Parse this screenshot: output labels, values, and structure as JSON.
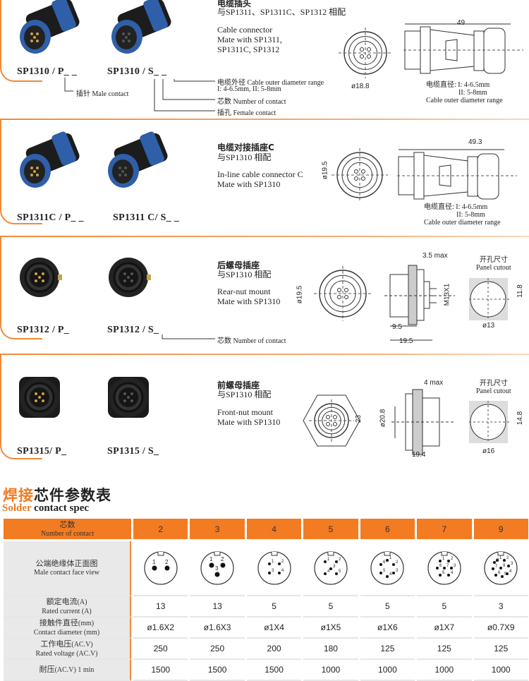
{
  "sections": [
    {
      "title_cn": "电缆插头",
      "mate_cn": "与SP1311、SP1311C、SP1312 相配",
      "desc": [
        "Cable connector",
        "Mate with SP1311,",
        "SP1311C, SP1312"
      ],
      "part_male": "SP1310 / P_ _",
      "part_female": "SP1310 / S_ _",
      "annotations": {
        "cable": "电缆外径 Cable outer diameter range",
        "cable_range": "I: 4-6.5mm, II: 5-8mm",
        "contacts": "芯数 Number of contact",
        "female": "插孔 Female contact",
        "male": "插针 Male contact"
      },
      "dims": {
        "length": "49",
        "dia": "ø18.8"
      },
      "cable_note": [
        "电缆直径: I: 4-6.5mm",
        "II: 5-8mm",
        "Cable outer diameter range"
      ]
    },
    {
      "title_cn": "电缆对接插座C",
      "mate_cn": "与SP1310 相配",
      "desc": [
        "In-line cable connector C",
        "Mate with SP1310"
      ],
      "part_male": "SP1311C / P_ _",
      "part_female": "SP1311 C/ S_ _",
      "dims": {
        "length": "49.3",
        "dia": "ø19.5"
      },
      "cable_note": [
        "电缆直径: I: 4-6.5mm",
        "II: 5-8mm",
        "Cable outer diameter range"
      ]
    },
    {
      "title_cn": "后螺母插座",
      "mate_cn": "与SP1310 相配",
      "desc": [
        "Rear-nut mount",
        "Mate with SP1310"
      ],
      "part_male": "SP1312 / P_",
      "part_female": "SP1312 / S_",
      "annotations": {
        "contacts": "芯数 Number of contact"
      },
      "dims": {
        "dia": "ø19.5",
        "max": "3.5 max",
        "thread": "M13X1",
        "a": "9.5",
        "b": "19.5",
        "cut_h": "11.8",
        "cut_d": "ø13"
      },
      "cutout": [
        "开孔尺寸",
        "Panel cutout"
      ]
    },
    {
      "title_cn": "前螺母插座",
      "mate_cn": "与SP1310 相配",
      "desc": [
        "Front-nut mount",
        "Mate with SP1310"
      ],
      "part_male": "SP1315/ P_",
      "part_female": "SP1315 / S_",
      "dims": {
        "hex": "23",
        "dia": "ø20.8",
        "max": "4 max",
        "len": "19.4",
        "cut_h": "14.8",
        "cut_d": "ø16"
      },
      "cutout": [
        "开孔尺寸",
        "Panel cutout"
      ]
    }
  ],
  "spec": {
    "title_orange": "焊接",
    "title_rest": "芯件参数表",
    "sub_orange": "Solder",
    "sub_rest": " contact spec",
    "header": {
      "cn": "芯数",
      "en": "Number of contact"
    },
    "contacts": [
      "2",
      "3",
      "4",
      "5",
      "6",
      "7",
      "9"
    ],
    "rows": [
      {
        "cn": "公端绝缘体正面图",
        "en": "Male  contact  face  view"
      },
      {
        "cn": "额定电流",
        "cn_unit": "(A)",
        "en": "Rated current (A)",
        "values": [
          "13",
          "13",
          "5",
          "5",
          "5",
          "5",
          "3"
        ]
      },
      {
        "cn": "接触件直径",
        "cn_unit": "(mm)",
        "en": "Contact diameter (mm)",
        "values": [
          "ø1.6X2",
          "ø1.6X3",
          "ø1X4",
          "ø1X5",
          "ø1X6",
          "ø1X7",
          "ø0.7X9"
        ]
      },
      {
        "cn": "工作电压",
        "cn_unit": "(AC.V)",
        "en": "Rated voltage (AC.V)",
        "values": [
          "250",
          "250",
          "200",
          "180",
          "125",
          "125",
          "125"
        ]
      },
      {
        "cn": "耐压",
        "cn_unit": "(AC.V) 1 min",
        "values": [
          "1500",
          "1500",
          "1500",
          "1000",
          "1000",
          "1000",
          "1000"
        ]
      }
    ]
  },
  "colors": {
    "accent": "#f37b21",
    "connector_blue": "#2f5fa8"
  }
}
